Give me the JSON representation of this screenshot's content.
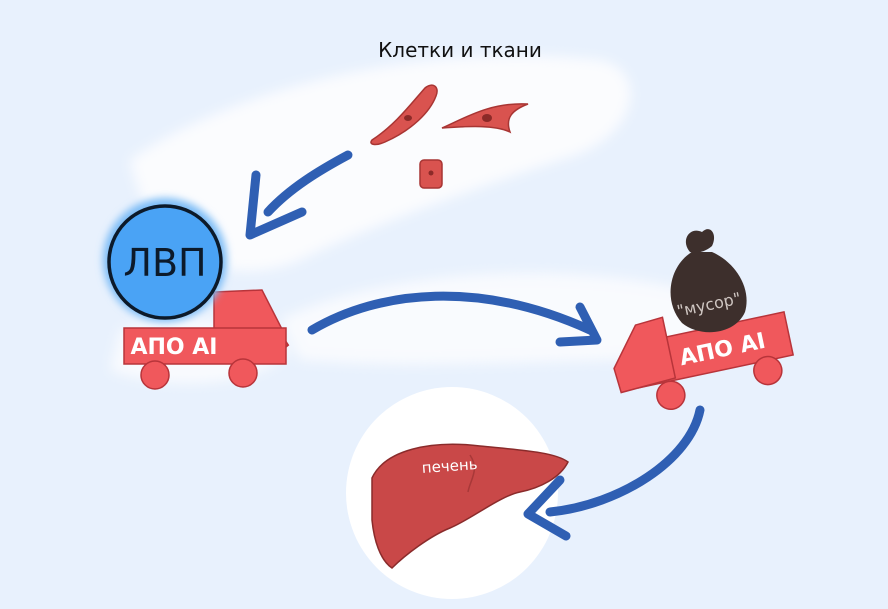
{
  "labels": {
    "cells": "Клетки и ткани",
    "hdl": "ЛВП",
    "truck_left": "АПО AI",
    "truck_right": "АПО AI",
    "garbage": "\"мусор\"",
    "liver": "печень"
  },
  "colors": {
    "background": "#e8f1fd",
    "wash": "#fbfcfe",
    "truck_red": "#f0585c",
    "truck_outline": "#b8343a",
    "wheel": "#f0585c",
    "hdl_fill": "#4aa3f5",
    "hdl_halo": "#7cbcf6",
    "arrow_blue": "#2f5fb3",
    "cell_red": "#d9534f",
    "liver_red": "#c94848",
    "sack_brown": "#3d2f2c"
  }
}
